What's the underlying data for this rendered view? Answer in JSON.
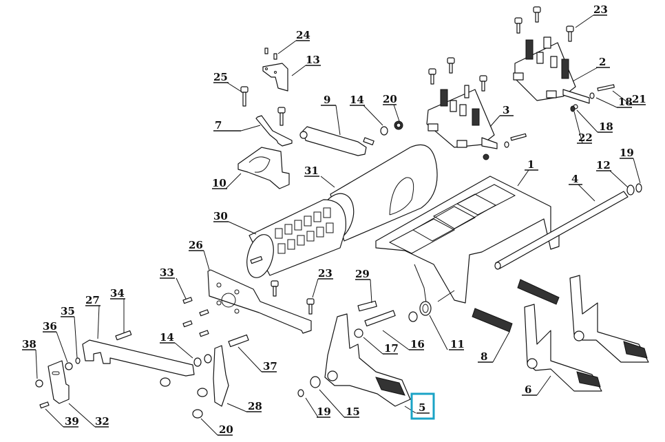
{
  "diagram": {
    "type": "exploded-parts-diagram",
    "subject": "foot pedal assembly",
    "highlight_color": "#1aa3c6",
    "highlighted_part": "5",
    "callouts": [
      {
        "id": "1",
        "label": "1"
      },
      {
        "id": "2",
        "label": "2"
      },
      {
        "id": "3",
        "label": "3"
      },
      {
        "id": "4",
        "label": "4"
      },
      {
        "id": "5",
        "label": "5"
      },
      {
        "id": "6",
        "label": "6"
      },
      {
        "id": "7",
        "label": "7"
      },
      {
        "id": "8",
        "label": "8"
      },
      {
        "id": "9",
        "label": "9"
      },
      {
        "id": "10",
        "label": "10"
      },
      {
        "id": "11",
        "label": "11"
      },
      {
        "id": "12",
        "label": "12"
      },
      {
        "id": "13",
        "label": "13"
      },
      {
        "id": "14a",
        "label": "14"
      },
      {
        "id": "14b",
        "label": "14"
      },
      {
        "id": "15",
        "label": "15"
      },
      {
        "id": "16",
        "label": "16"
      },
      {
        "id": "17",
        "label": "17"
      },
      {
        "id": "18a",
        "label": "18"
      },
      {
        "id": "18b",
        "label": "18"
      },
      {
        "id": "19a",
        "label": "19"
      },
      {
        "id": "19b",
        "label": "19"
      },
      {
        "id": "20a",
        "label": "20"
      },
      {
        "id": "20b",
        "label": "20"
      },
      {
        "id": "21",
        "label": "21"
      },
      {
        "id": "22",
        "label": "22"
      },
      {
        "id": "23a",
        "label": "23"
      },
      {
        "id": "23b",
        "label": "23"
      },
      {
        "id": "24",
        "label": "24"
      },
      {
        "id": "25",
        "label": "25"
      },
      {
        "id": "26",
        "label": "26"
      },
      {
        "id": "27",
        "label": "27"
      },
      {
        "id": "28",
        "label": "28"
      },
      {
        "id": "29",
        "label": "29"
      },
      {
        "id": "30",
        "label": "30"
      },
      {
        "id": "31",
        "label": "31"
      },
      {
        "id": "32",
        "label": "32"
      },
      {
        "id": "33",
        "label": "33"
      },
      {
        "id": "34",
        "label": "34"
      },
      {
        "id": "35",
        "label": "35"
      },
      {
        "id": "36",
        "label": "36"
      },
      {
        "id": "37",
        "label": "37"
      },
      {
        "id": "38",
        "label": "38"
      },
      {
        "id": "39",
        "label": "39"
      }
    ]
  }
}
